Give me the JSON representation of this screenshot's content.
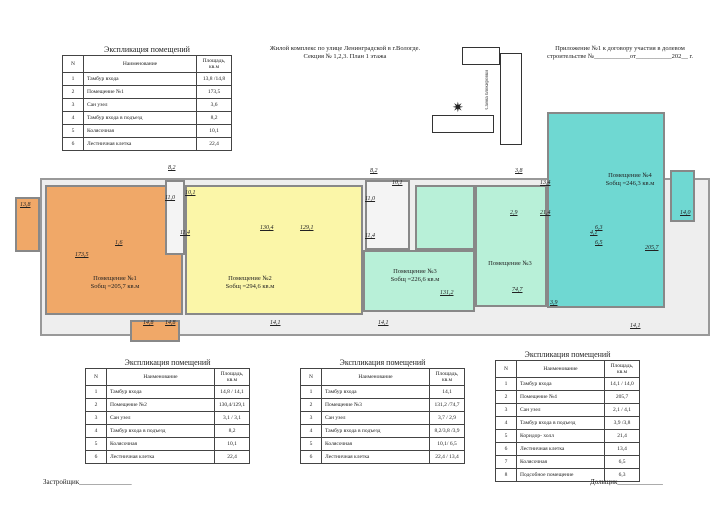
{
  "header": {
    "project_line1": "Жилой комплекс по улице Ленинградской  в г.Вологде.",
    "project_line2": "Секция № 1,2,3. План 1 этажа",
    "appendix_line1": "Приложение №1 к договору участия в долевом",
    "appendix_line2": "строительстве №___________от___________202__ г.",
    "scheme_label": "Схема блокировки"
  },
  "columns": {
    "n": "N",
    "name": "Наименование",
    "area": "Площадь, кв.м"
  },
  "tables": [
    {
      "title": "Экспликация помещений",
      "rows": [
        [
          "1",
          "Тамбур входа",
          "13,8 /14,8"
        ],
        [
          "2",
          "Помещение №1",
          "173,5"
        ],
        [
          "3",
          "Сан узел",
          "3,6"
        ],
        [
          "4",
          "Тамбур входа в подъезд",
          "8,2"
        ],
        [
          "5",
          "Колясочная",
          "10,1"
        ],
        [
          "6",
          "Лестничная клетка",
          "22,4"
        ]
      ]
    },
    {
      "title": "Экспликация помещений",
      "rows": [
        [
          "1",
          "Тамбур входа",
          "14,8 / 14,1"
        ],
        [
          "2",
          "Помещение №2",
          "130,4/129,1"
        ],
        [
          "3",
          "Сан узел",
          "3,1 / 3,1"
        ],
        [
          "4",
          "Тамбур входа в подъезд",
          "8,2"
        ],
        [
          "5",
          "Колясочная",
          "10,1"
        ],
        [
          "6",
          "Лестничная клетка",
          "22,4"
        ]
      ]
    },
    {
      "title": "Экспликация помещений",
      "rows": [
        [
          "1",
          "Тамбур входа",
          "14,1"
        ],
        [
          "2",
          "Помещение №3",
          "131,2 /74,7"
        ],
        [
          "3",
          "Сан узел",
          "3,7 / 2,9"
        ],
        [
          "4",
          "Тамбур входа в подъезд",
          "8,2/3,8 /3,9"
        ],
        [
          "5",
          "Колясочная",
          "10,1/ 6,5"
        ],
        [
          "6",
          "Лестничная клетка",
          "22,4 / 13,4"
        ]
      ]
    },
    {
      "title": "Экспликация помещений",
      "rows": [
        [
          "1",
          "Тамбур входа",
          "14,1 / 14,0"
        ],
        [
          "2",
          "Помещение №4",
          "205,7"
        ],
        [
          "3",
          "Сан узел",
          "2,1 / 4,1"
        ],
        [
          "4",
          "Тамбур входа в подъезд",
          "3,9 /3,8"
        ],
        [
          "5",
          "Коридор- холл",
          "21,4"
        ],
        [
          "6",
          "Лестничная клетка",
          "13,4"
        ],
        [
          "7",
          "Колясочная",
          "6,5"
        ],
        [
          "8",
          "Подсобное помещение",
          "6,3"
        ]
      ]
    }
  ],
  "plan": {
    "room1": {
      "name": "Помещение №1",
      "area": "Sобщ =205,7 кв.м",
      "color": "#f0a868"
    },
    "room2": {
      "name": "Помещение №2",
      "area": "Sобщ =294,6 кв.м",
      "color": "#fbf6a8"
    },
    "room3": {
      "name": "Помещение №3",
      "area": "Sобщ =226,6 кв.м",
      "color": "#b8f0d8"
    },
    "room3b": {
      "name": "Помещение №3"
    },
    "room4": {
      "name": "Помещение №4",
      "area": "Sобщ =246,3 кв.м",
      "color": "#6fd8d2"
    },
    "areas": [
      "13,8",
      "173,5",
      "1,6",
      "14,8",
      "14,8",
      "8,2",
      "11,0",
      "10,1",
      "11,4",
      "130,4",
      "129,1",
      "14,1",
      "8,2",
      "10,1",
      "11,0",
      "11,4",
      "131,2",
      "74,7",
      "14,1",
      "3,8",
      "13,4",
      "21,4",
      "2,9",
      "6,5",
      "4,1",
      "6,3",
      "14,0",
      "205,7",
      "3,9",
      "14,1"
    ]
  },
  "footer": {
    "developer": "Застройщик_______________",
    "shareholder": "Дольщик_____________"
  }
}
